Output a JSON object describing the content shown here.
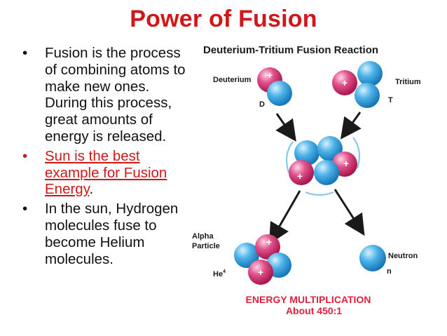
{
  "slide": {
    "title": "Power of Fusion",
    "bullets": [
      {
        "text": "Fusion is the process of combining atoms to make new ones. During this process, great amounts of energy is released."
      },
      {
        "highlight": "Sun is the best example for Fusion Energy",
        "suffix": "."
      },
      {
        "text": "In the sun, Hydrogen molecules fuse to become Helium molecules."
      }
    ],
    "bullet_symbol": "•",
    "colors": {
      "title": "#d01818",
      "highlight": "#d01818",
      "proton": "#d8306e",
      "neutron": "#2a9ed8",
      "energy_text": "#e0203a"
    }
  },
  "diagram": {
    "heading": "Deuterium-Tritium Fusion Reaction",
    "labels": {
      "deuterium": "Deuterium",
      "d": "D",
      "tritium": "Tritium",
      "t": "T",
      "alpha_line1": "Alpha",
      "alpha_line2": "Particle",
      "he": "He",
      "he_sup": "4",
      "neutron": "Neutron",
      "n": "n"
    },
    "energy_line1": "ENERGY MULTIPLICATION",
    "energy_line2": "About 450:1",
    "plus": "+"
  }
}
